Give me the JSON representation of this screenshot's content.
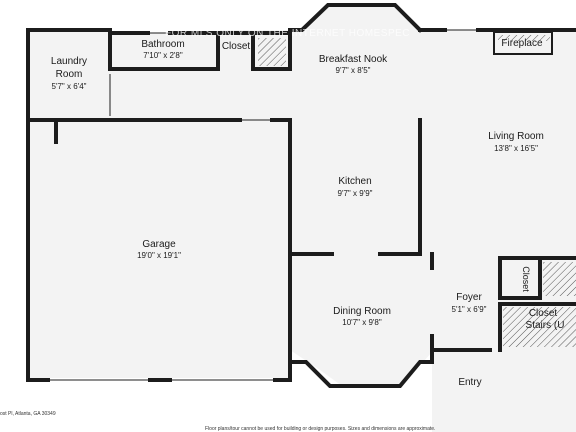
{
  "rooms": {
    "laundry": {
      "name_line1": "Laundry",
      "name_line2": "Room",
      "dims": "5'7\" x 6'4\""
    },
    "bathroom": {
      "name": "Bathroom",
      "dims": "7'10\" x 2'8\""
    },
    "closet_top": {
      "name": "Closet"
    },
    "breakfast": {
      "name": "Breakfast Nook",
      "dims": "9'7\" x 8'5\""
    },
    "fireplace": {
      "name": "Fireplace"
    },
    "living": {
      "name": "Living Room",
      "dims": "13'8\" x 16'5\""
    },
    "kitchen": {
      "name": "Kitchen",
      "dims": "9'7\" x 9'9\""
    },
    "garage": {
      "name": "Garage",
      "dims": "19'0\" x 19'1\""
    },
    "dining": {
      "name": "Dining Room",
      "dims": "10'7\" x 9'8\""
    },
    "foyer": {
      "name": "Foyer",
      "dims": "5'1\" x 6'9\""
    },
    "closet_right": {
      "name": "Closet"
    },
    "closet_stairs": {
      "name_line1": "Closet",
      "name_line2": "Stairs (U"
    },
    "entry": {
      "name": "Entry"
    }
  },
  "footer": {
    "address": "ost Pl, Atlanta, GA 30349",
    "disclaimer": "Floor plans/tour cannot be used for building or design purposes. Sizes and dimensions are approximate."
  },
  "watermark": {
    "text": "FOR MLS ONLY ON THE INTERNET HOMESPEC"
  },
  "colors": {
    "wall": "#1c1c1c",
    "floor": "#f3f3f3",
    "fixture": "#444444"
  }
}
